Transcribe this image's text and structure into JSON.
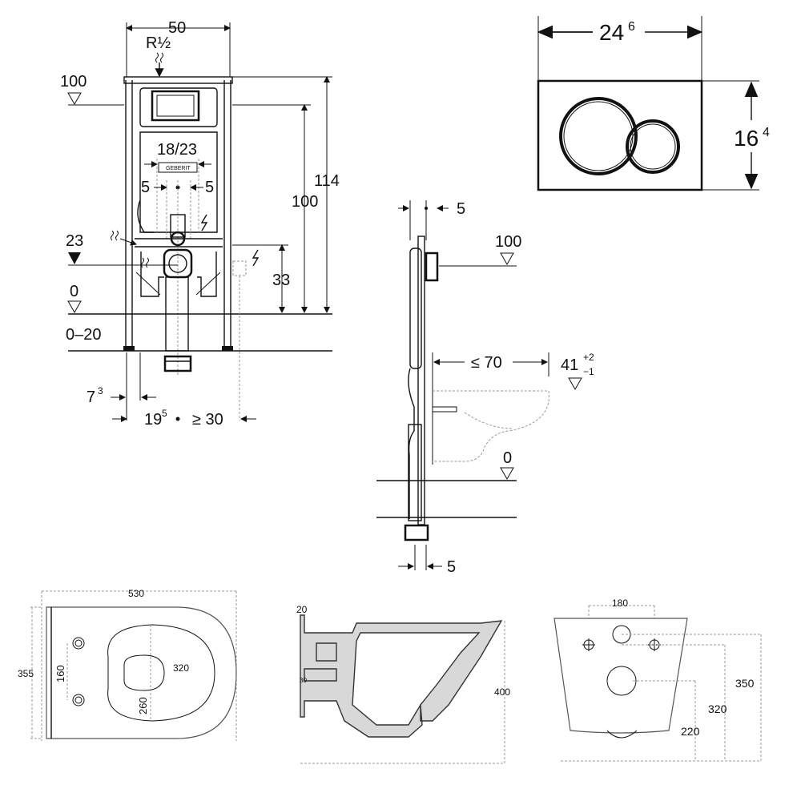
{
  "frame_front": {
    "width": "50",
    "connection": "R½",
    "level_top": "100",
    "level_mid": "23",
    "level_floor": "0",
    "floor_range": "0–20",
    "height_total": "114",
    "height_frame": "100",
    "height_power": "33",
    "flush_spacing": "18/23",
    "offset_left": "5",
    "offset_right": "5",
    "dist_a": "7",
    "dist_a_sup": "3",
    "dist_b": "19",
    "dist_b_sup": "5",
    "dist_c": "≥ 30",
    "brand": "GEBERIT"
  },
  "plate": {
    "width": "24",
    "width_sup": "6",
    "height": "16",
    "height_sup": "4"
  },
  "frame_side": {
    "depth_top": "5",
    "level_top": "100",
    "projection": "≤ 70",
    "seat_height": "41",
    "seat_tol_plus": "+2",
    "seat_tol_minus": "−1",
    "level_floor": "0",
    "depth_bottom": "5"
  },
  "bowl_top": {
    "length": "530",
    "width": "355",
    "hole_spacing": "160",
    "inner_length": "320",
    "inner_offset": "260"
  },
  "bowl_side": {
    "rim": "20",
    "height": "400",
    "outlet": "30"
  },
  "bowl_back": {
    "bolt_spacing": "180",
    "height_a": "350",
    "height_b": "320",
    "height_c": "220"
  },
  "colors": {
    "line": "#111111",
    "dimension": "#999999",
    "hatch": "#d8d8d8"
  }
}
